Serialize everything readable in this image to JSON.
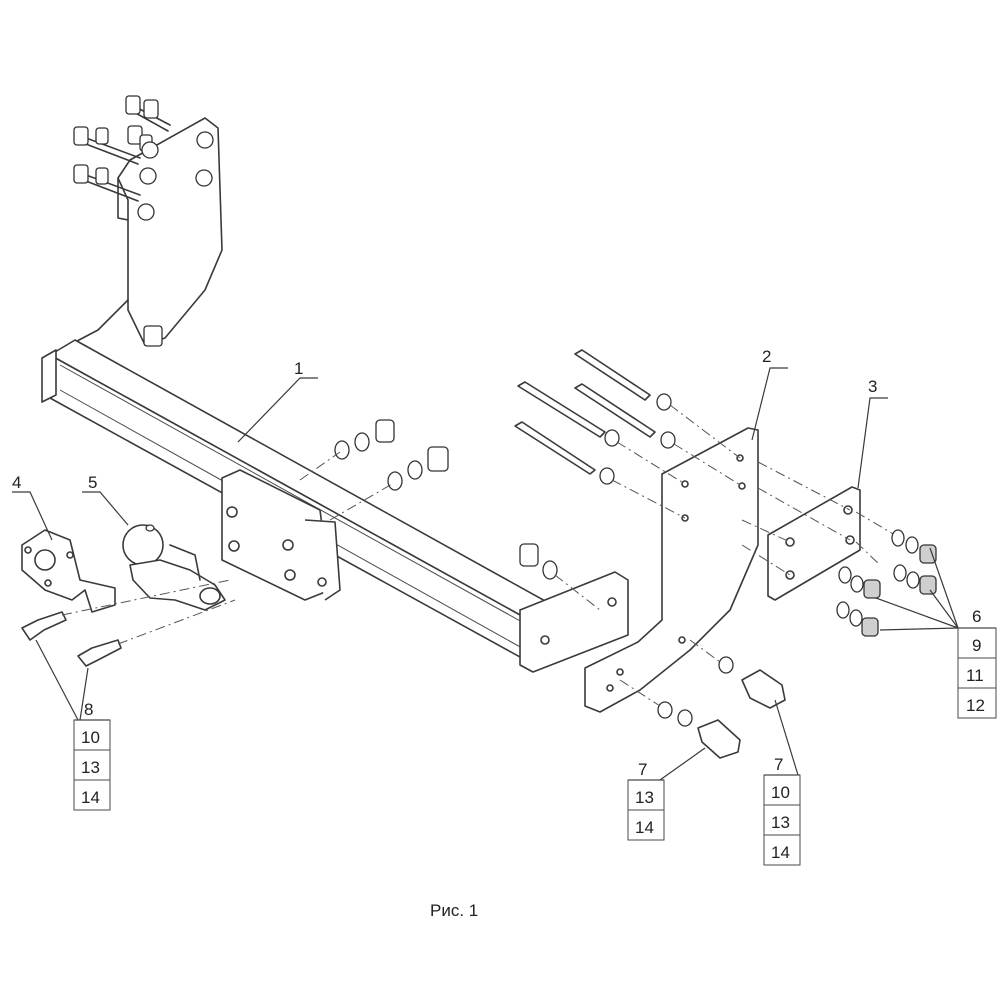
{
  "parts": {
    "p1": "1",
    "p2": "2",
    "p3": "3",
    "p4": "4",
    "p5": "5",
    "left_stack": [
      "8",
      "10",
      "13",
      "14"
    ],
    "mid_stack": [
      "7",
      "13",
      "14"
    ],
    "right_bolt_stack": [
      "7",
      "10",
      "13",
      "14"
    ],
    "plate_stack": [
      "6",
      "9",
      "11",
      "12"
    ]
  },
  "caption": "Рис. 1"
}
